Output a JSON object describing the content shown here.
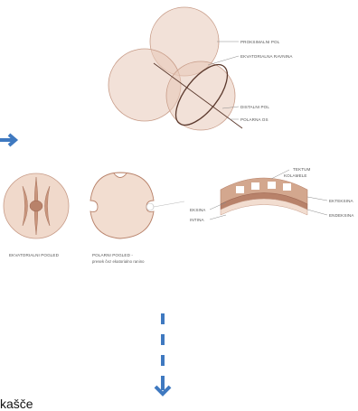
{
  "labels": {
    "proksimalni_pol": "PROKSIMALNI POL",
    "ekvatorialna_ravnina": "EKVATORIALNA RAVNINA",
    "distalni_pol": "DISTALNI POL",
    "polarna_os": "POLARNA OS",
    "tektum": "TEKTUM",
    "kolumele": "KOLAMELE",
    "eksina": "EKSINA",
    "intina": "INTINA",
    "ekteksina": "EKTEKSINA",
    "endeksina": "ENDEKSINA",
    "ekvatorialni_pogled": "EKVATORIALNI POGLED",
    "polarni_pogled_1": "POLARNI POGLED -",
    "polarni_pogled_2": "presek čez ekatorialno ranino"
  },
  "bottom_text": "kašče",
  "colors": {
    "grain_fill": "#e8c9b8",
    "grain_stroke": "#c89c88",
    "grain_dark": "#b8826a",
    "arrow_blue": "#3f79c0",
    "leader_line": "#8a8a8a"
  }
}
